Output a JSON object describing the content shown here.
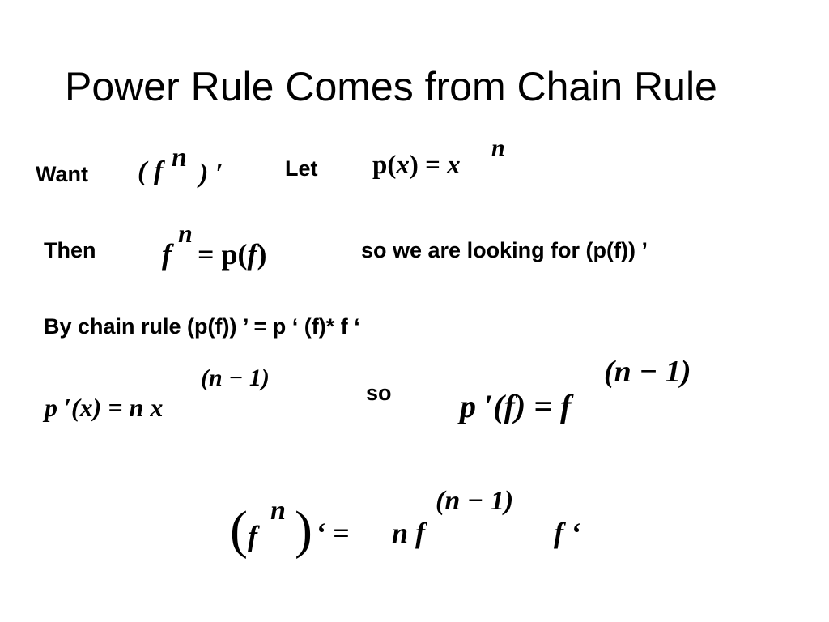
{
  "slide": {
    "title": "Power Rule Comes from Chain Rule",
    "want_label": "Want",
    "let_label": "Let",
    "then_label": "Then",
    "looking_for_text": "so we  are looking for  (p(f)) ’",
    "chain_rule_text": "By chain rule  (p(f)) ’ =  p ‘ (f)* f ‘",
    "so_label": "so"
  },
  "formulas": {
    "want": {
      "open": "( ",
      "base": "f",
      "exp": "n",
      "close": " ) ′"
    },
    "let_def": {
      "lhs": "p(",
      "var": "x",
      "mid": ") = ",
      "base": "x",
      "exp": "n"
    },
    "then_eq": {
      "base": "f",
      "exp": "n",
      "mid": " = ",
      "p": "p(",
      "var": "f",
      "close": ")"
    },
    "p_prime_x": {
      "lhs": "p ′(x) = n x",
      "exp": "(n − 1)"
    },
    "p_prime_f": {
      "lhs": "p ′(f) = f",
      "exp": "(n − 1)"
    },
    "result": {
      "open": "(",
      "base": "f",
      "exp": "n",
      "close": ")",
      "prime_eq": "‘ =",
      "rhs": "n f",
      "rhs_exp": "(n − 1)",
      "tail": "f ‘"
    }
  }
}
